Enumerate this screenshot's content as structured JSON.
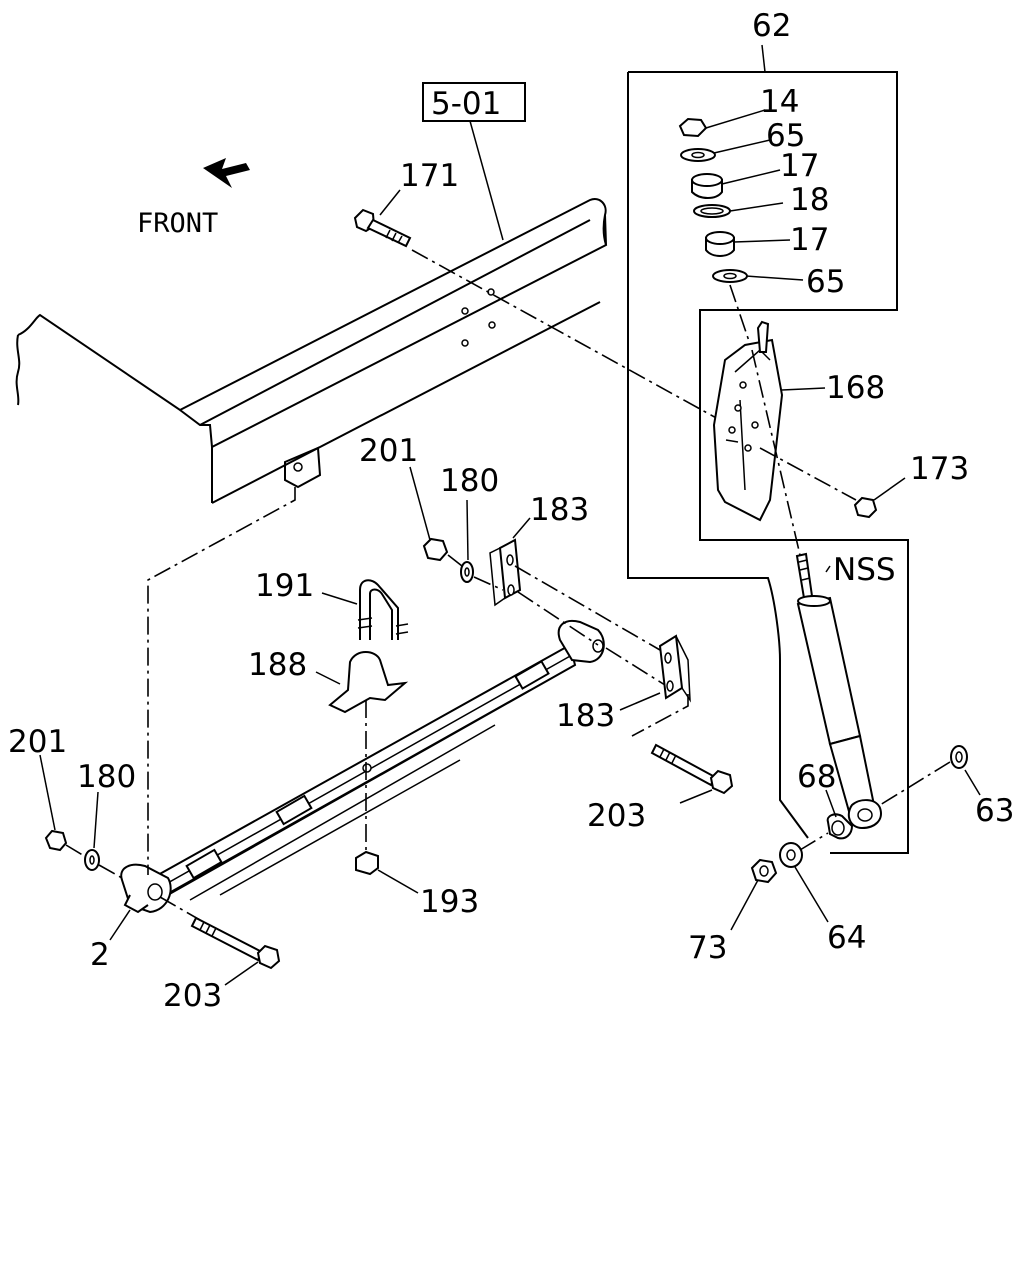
{
  "labels": {
    "ref_box": "5-01",
    "front": "FRONT",
    "p62": "62",
    "p14": "14",
    "p65a": "65",
    "p17a": "17",
    "p18": "18",
    "p17b": "17",
    "p65b": "65",
    "p168": "168",
    "p173": "173",
    "pNSS": "NSS",
    "p171": "171",
    "p201a": "201",
    "p180a": "180",
    "p183a": "183",
    "p191": "191",
    "p188": "188",
    "p183b": "183",
    "p203a": "203",
    "p201b": "201",
    "p180b": "180",
    "p193": "193",
    "p2": "2",
    "p203b": "203",
    "p68": "68",
    "p63": "63",
    "p73": "73",
    "p64": "64"
  }
}
